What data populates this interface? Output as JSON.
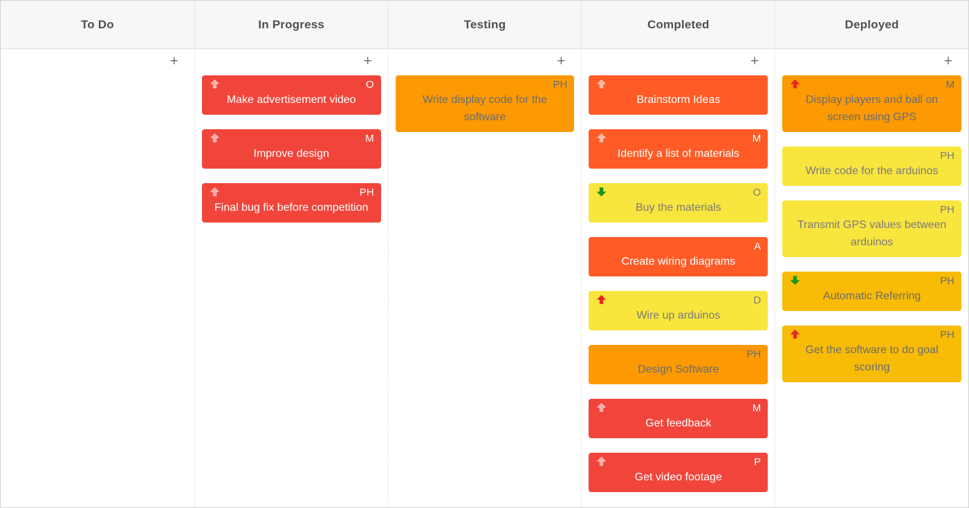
{
  "board": {
    "add_card_label": "+",
    "colors": {
      "card_red": "#f1453b",
      "card_deep_orange": "#ff5b26",
      "card_orange": "#fc9903",
      "card_amber": "#f8bb06",
      "card_yellow": "#f8e53e",
      "arrow_light": "rgba(255,255,255,0.55)",
      "arrow_red": "#e62b22",
      "arrow_green": "#1c941c",
      "header_bg": "#f7f7f7",
      "header_text": "#4f4f4f"
    },
    "columns": [
      {
        "title": "To Do",
        "cards": []
      },
      {
        "title": "In Progress",
        "cards": [
          {
            "title": "Make advertisement video",
            "color": "red",
            "badge": "O",
            "arrow": {
              "direction": "up",
              "color": "light"
            }
          },
          {
            "title": "Improve design",
            "color": "red",
            "badge": "M",
            "arrow": {
              "direction": "up",
              "color": "light"
            }
          },
          {
            "title": "Final bug fix before competition",
            "color": "red",
            "badge": "PH",
            "arrow": {
              "direction": "up",
              "color": "light"
            }
          }
        ]
      },
      {
        "title": "Testing",
        "cards": [
          {
            "title": "Write display code for the software",
            "color": "orange",
            "badge": "PH",
            "arrow": null
          }
        ]
      },
      {
        "title": "Completed",
        "cards": [
          {
            "title": "Brainstorm Ideas",
            "color": "deep-orange",
            "badge": "",
            "arrow": {
              "direction": "up",
              "color": "light"
            }
          },
          {
            "title": "Identify a list of materials",
            "color": "deep-orange",
            "badge": "M",
            "arrow": {
              "direction": "up",
              "color": "light"
            }
          },
          {
            "title": "Buy the materials",
            "color": "yellow",
            "badge": "O",
            "arrow": {
              "direction": "down",
              "color": "green"
            }
          },
          {
            "title": "Create wiring diagrams",
            "color": "deep-orange",
            "badge": "A",
            "arrow": null
          },
          {
            "title": "Wire up arduinos",
            "color": "yellow",
            "badge": "D",
            "arrow": {
              "direction": "up",
              "color": "red"
            }
          },
          {
            "title": "Design Software",
            "color": "orange",
            "badge": "PH",
            "arrow": null
          },
          {
            "title": "Get feedback",
            "color": "red",
            "badge": "M",
            "arrow": {
              "direction": "up",
              "color": "light"
            }
          },
          {
            "title": "Get video footage",
            "color": "red",
            "badge": "P",
            "arrow": {
              "direction": "up",
              "color": "light"
            }
          }
        ]
      },
      {
        "title": "Deployed",
        "cards": [
          {
            "title": "Display players and ball on screen using GPS",
            "color": "orange",
            "badge": "M",
            "arrow": {
              "direction": "up",
              "color": "red"
            }
          },
          {
            "title": "Write code for the arduinos",
            "color": "yellow",
            "badge": "PH",
            "arrow": null
          },
          {
            "title": "Transmit GPS values between arduinos",
            "color": "yellow",
            "badge": "PH",
            "arrow": null
          },
          {
            "title": "Automatic Referring",
            "color": "amber",
            "badge": "PH",
            "arrow": {
              "direction": "down",
              "color": "green"
            }
          },
          {
            "title": "Get the software to do goal scoring",
            "color": "amber",
            "badge": "PH",
            "arrow": {
              "direction": "up",
              "color": "red"
            }
          }
        ]
      }
    ]
  }
}
